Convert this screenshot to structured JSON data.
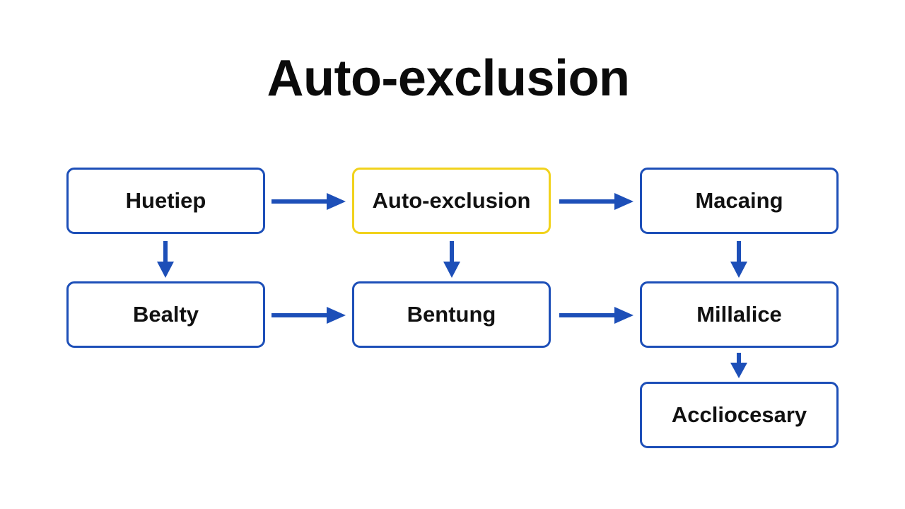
{
  "title": "Auto-exclusion",
  "colors": {
    "node_border": "#1d4fb8",
    "highlight_border": "#f1d21c",
    "arrow": "#1d4fb8"
  },
  "nodes": [
    {
      "id": "n1",
      "label": "Huetiep"
    },
    {
      "id": "n2",
      "label": "Auto-exclusion",
      "highlighted": true
    },
    {
      "id": "n3",
      "label": "Macaing"
    },
    {
      "id": "n4",
      "label": "Bealty"
    },
    {
      "id": "n5",
      "label": "Bentung"
    },
    {
      "id": "n6",
      "label": "Millalice"
    },
    {
      "id": "n7",
      "label": "Accliocesary"
    }
  ],
  "edges": [
    {
      "from": "n1",
      "to": "n2"
    },
    {
      "from": "n2",
      "to": "n3"
    },
    {
      "from": "n1",
      "to": "n4"
    },
    {
      "from": "n2",
      "to": "n5"
    },
    {
      "from": "n3",
      "to": "n6"
    },
    {
      "from": "n4",
      "to": "n5"
    },
    {
      "from": "n5",
      "to": "n6"
    },
    {
      "from": "n6",
      "to": "n7"
    }
  ]
}
